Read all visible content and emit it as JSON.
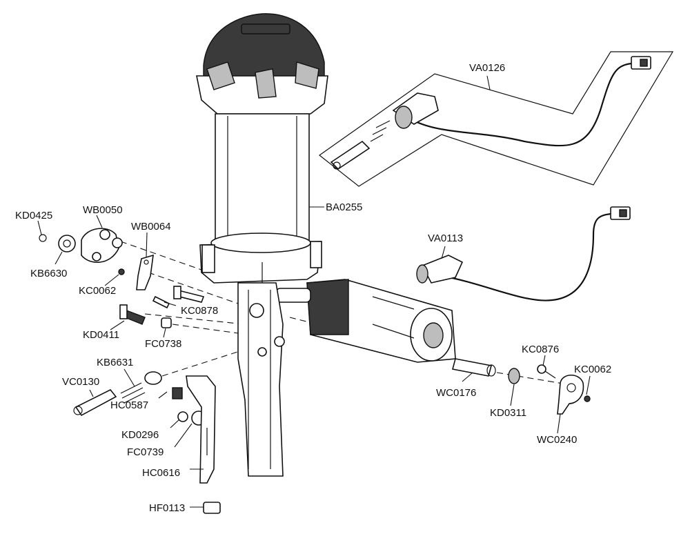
{
  "parts": {
    "VA0126": "VA0126",
    "BA0255": "BA0255",
    "KD0425": "KD0425",
    "WB0050": "WB0050",
    "WB0064": "WB0064",
    "KB6630": "KB6630",
    "KC0062_left": "KC0062",
    "KC0878": "KC0878",
    "KD0411": "KD0411",
    "FC0738": "FC0738",
    "KB6631": "KB6631",
    "VC0130": "VC0130",
    "HC0587": "HC0587",
    "KD0296": "KD0296",
    "FC0739": "FC0739",
    "HC0616": "HC0616",
    "HF0113": "HF0113",
    "VA0113": "VA0113",
    "WC0176": "WC0176",
    "KD0311": "KD0311",
    "KC0876": "KC0876",
    "KC0062_right": "KC0062",
    "WC0240": "WC0240"
  }
}
